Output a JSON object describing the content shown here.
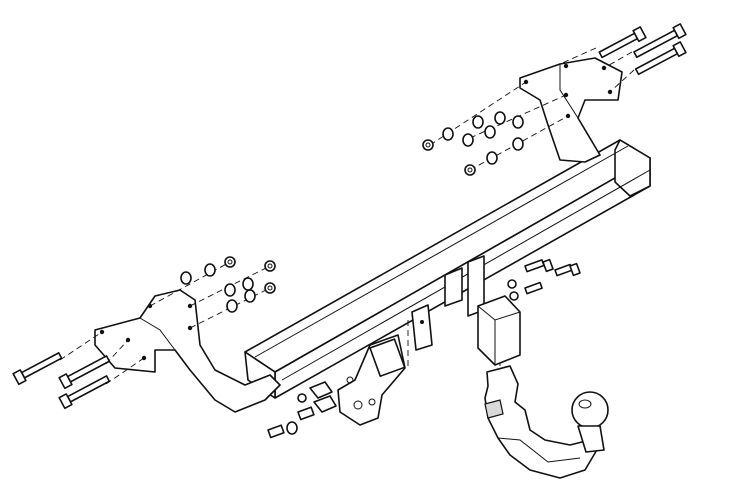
{
  "diagram": {
    "kind": "exploded-assembly",
    "parts": [
      "crossbar",
      "left-bracket",
      "right-bracket",
      "left-side-plate",
      "right-side-plate",
      "bolts",
      "washers",
      "nuts",
      "socket-plate",
      "towball-neck",
      "towball",
      "receiver-housing"
    ],
    "colors": {
      "line": "#111111",
      "background": "#ffffff"
    }
  }
}
